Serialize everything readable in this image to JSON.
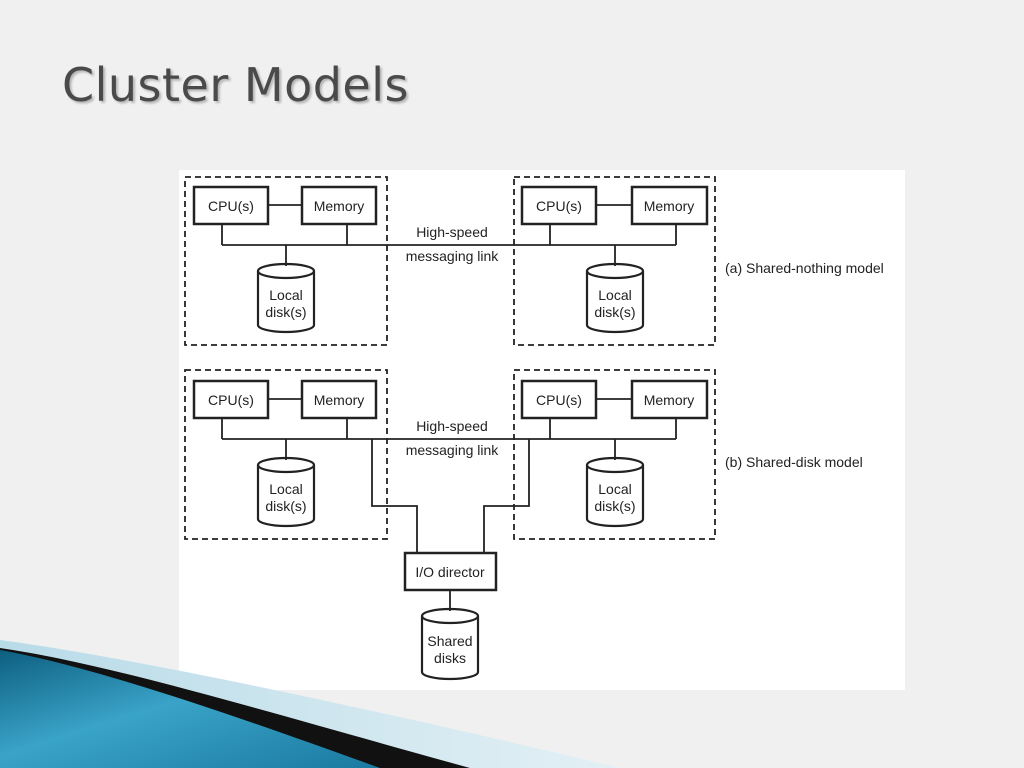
{
  "slide": {
    "title": "Cluster Models"
  },
  "diagram": {
    "nodes": {
      "cpu": "CPU(s)",
      "memory": "Memory",
      "local_disk_line1": "Local",
      "local_disk_line2": "disk(s)"
    },
    "link": {
      "line1": "High-speed",
      "line2": "messaging link"
    },
    "model_a_label": "(a) Shared-nothing model",
    "model_b_label": "(b) Shared-disk model",
    "io_director": "I/O director",
    "shared_disk_line1": "Shared",
    "shared_disk_line2": "disks"
  },
  "colors": {
    "background": "#f0f0f0",
    "title": "#4a4a4a",
    "diagram_stroke": "#222222",
    "accent_blue": "#2a8fb5"
  }
}
